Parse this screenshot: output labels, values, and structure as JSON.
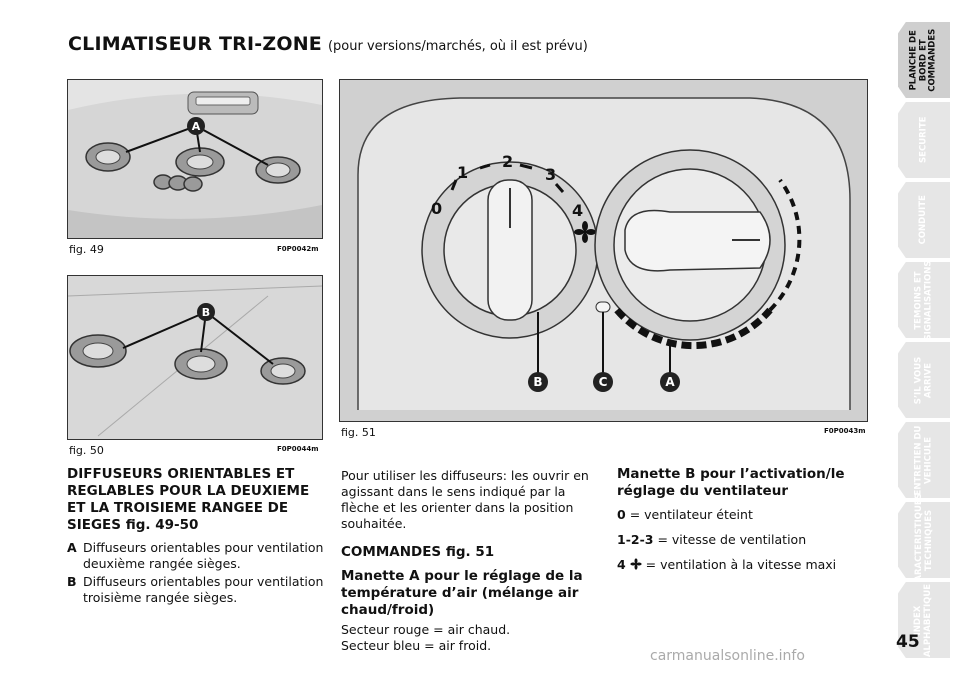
{
  "title": {
    "main": "CLIMATISEUR TRI-ZONE",
    "sub": "(pour versions/marchés, où il est prévu)"
  },
  "figures": {
    "fig49": {
      "caption": "fig. 49",
      "code": "F0P0042m",
      "label": "A"
    },
    "fig50": {
      "caption": "fig. 50",
      "code": "F0P0044m",
      "label": "B"
    },
    "fig51": {
      "caption": "fig. 51",
      "code": "F0P0043m",
      "dial_numbers": [
        "0",
        "1",
        "2",
        "3",
        "4"
      ],
      "labels": {
        "b": "B",
        "c": "C",
        "a": "A"
      }
    }
  },
  "col1": {
    "heading": "DIFFUSEURS ORIENTABLES ET REGLABLES POUR LA DEUXIEME ET LA TROISIEME RANGEE DE SIEGES fig. 49-50",
    "items": [
      {
        "key": "A",
        "text": "Diffuseurs orientables pour ventilation deuxième rangée sièges."
      },
      {
        "key": "B",
        "text": "Diffuseurs orientables pour ventilation troisième rangée sièges."
      }
    ]
  },
  "col2": {
    "intro": "Pour utiliser les diffuseurs: les ouvrir en agissant dans le sens indiqué par la flèche et les orienter dans la position souhaitée.",
    "heading1": "COMMANDES fig. 51",
    "heading2": "Manette A pour le réglage de la température d’air (mélange air chaud/froid)",
    "line1": "Secteur rouge = air chaud.",
    "line2": "Secteur bleu = air froid."
  },
  "col3": {
    "heading": "Manette B pour l’activation/le réglage du ventilateur",
    "rows": [
      {
        "key": "0",
        "text": "= ventilateur éteint"
      },
      {
        "key": "1-2-3",
        "text": "= vitesse de ventilation"
      },
      {
        "key": "4",
        "text": "= ventilation à la vitesse maxi"
      }
    ]
  },
  "sidebar": [
    {
      "label": "PLANCHE DE\nBORD ET\nCOMMANDES",
      "active": true
    },
    {
      "label": "SECURITE",
      "active": false
    },
    {
      "label": "CONDUITE",
      "active": false
    },
    {
      "label": "TEMOINS ET\nSIGNALISATIONS",
      "active": false
    },
    {
      "label": "S’IL VOUS\nARRIVE",
      "active": false
    },
    {
      "label": "ENTRETIEN DU\nVEHICULE",
      "active": false
    },
    {
      "label": "CARACTERISTIQUES\nTECHNIQUES",
      "active": false
    },
    {
      "label": "INDEX\nALPHABETIQUE",
      "active": false
    }
  ],
  "page_number": "45",
  "watermark": "carmanualsonline.info"
}
